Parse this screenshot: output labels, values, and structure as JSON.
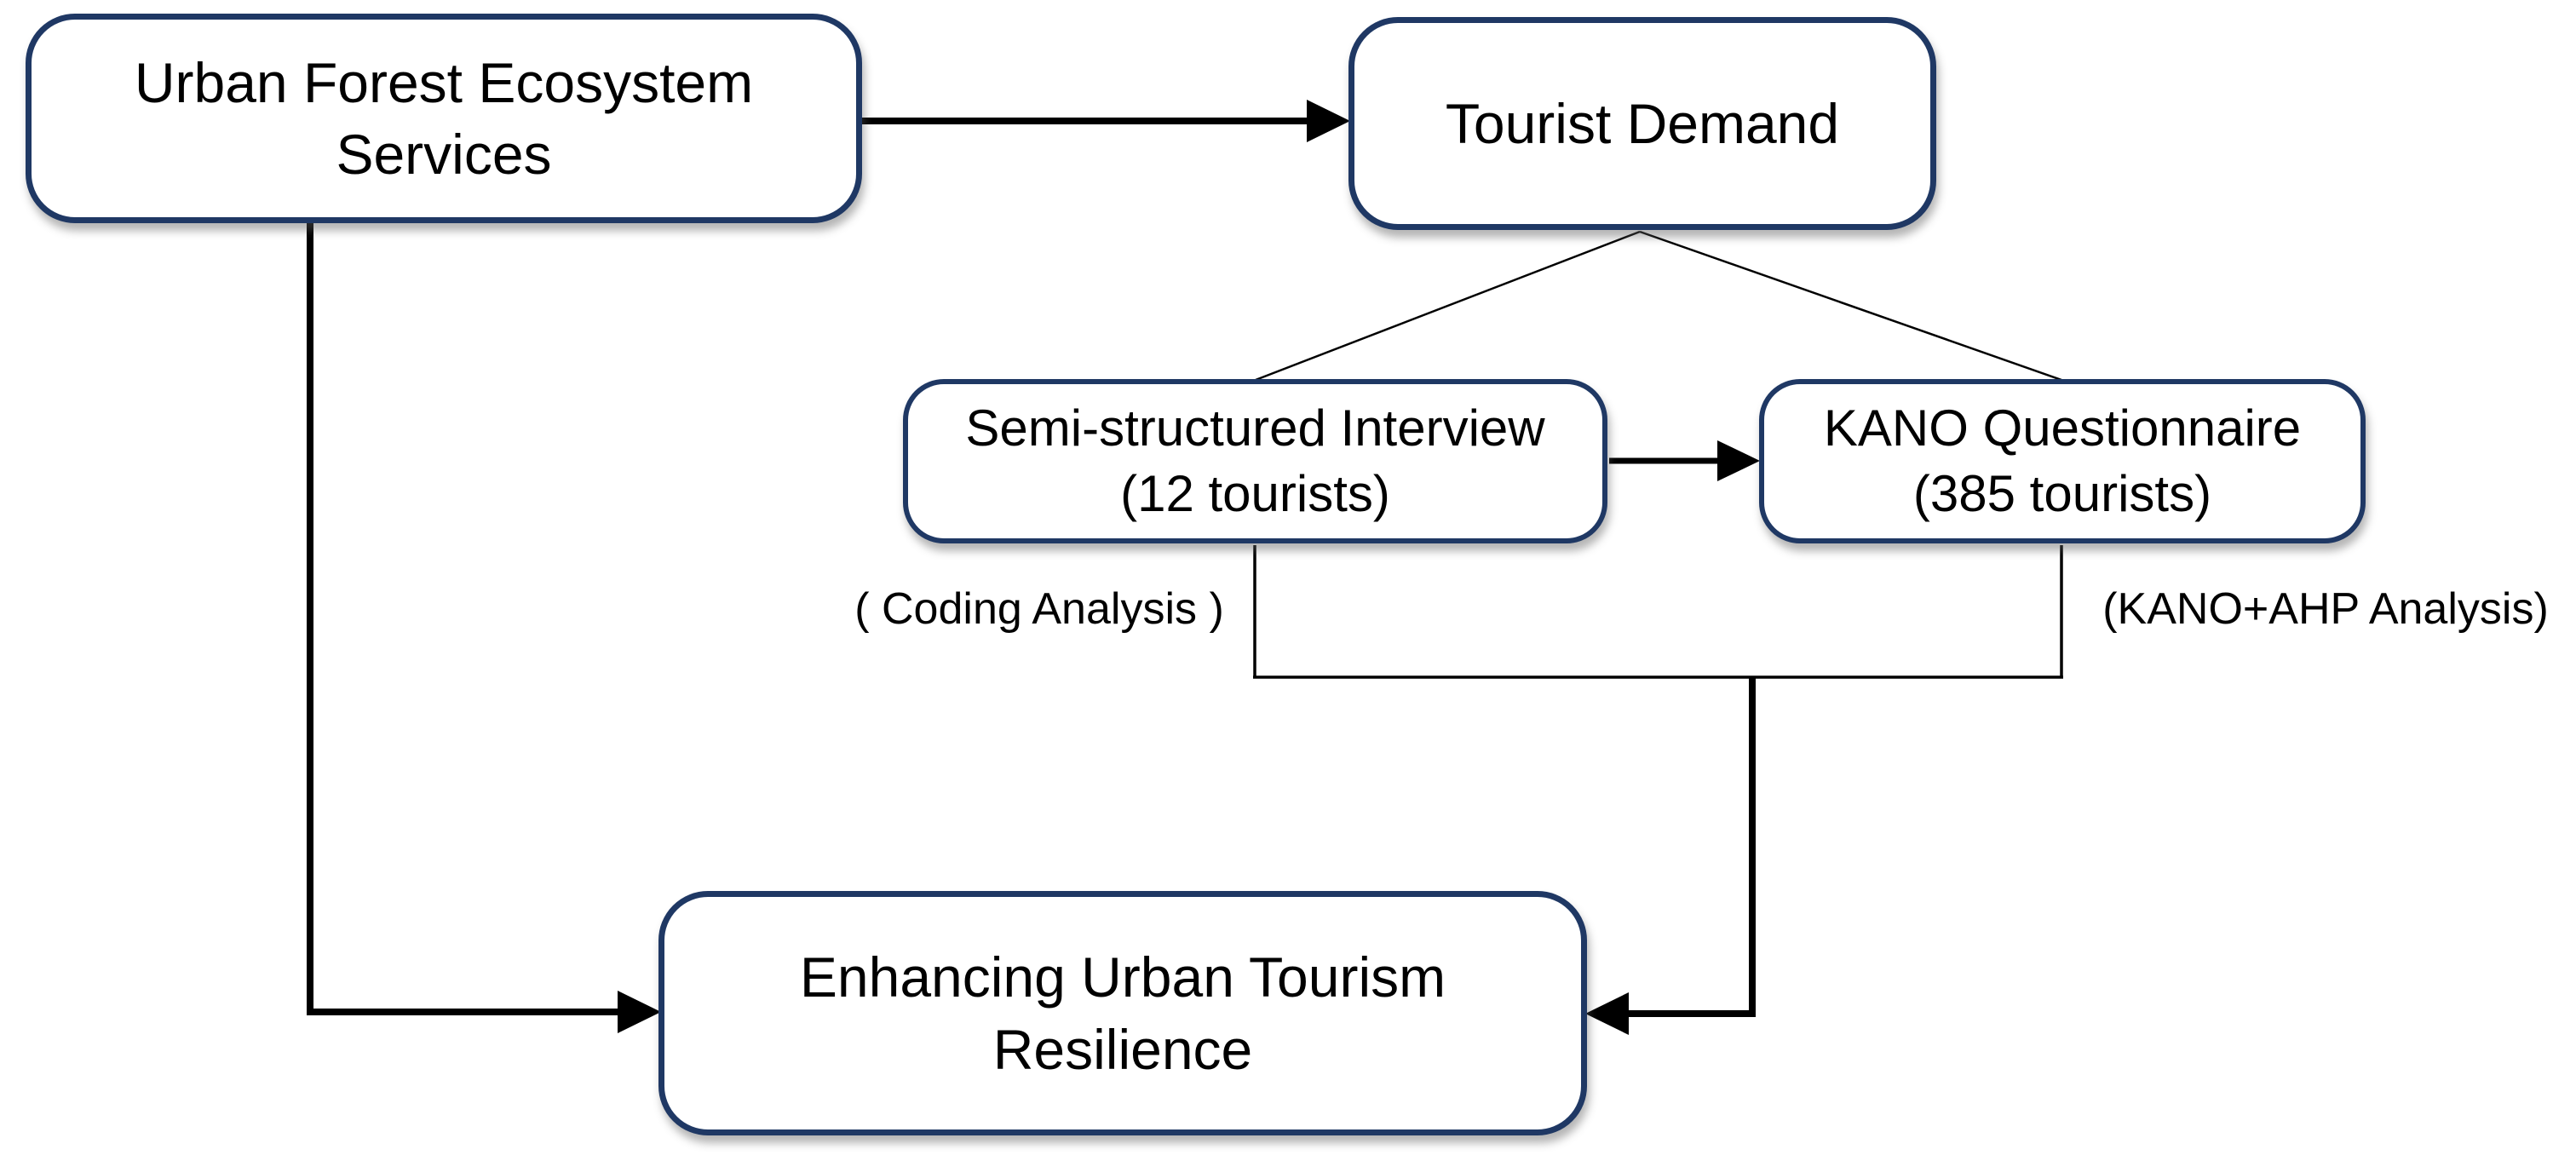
{
  "figure": {
    "background_color": "#ffffff",
    "node_border_color": "#1f3864",
    "connector_color": "#000000",
    "text_color": "#000000",
    "nodes": {
      "urban_forest": {
        "lines": [
          "Urban Forest Ecosystem",
          "Services"
        ]
      },
      "tourist_demand": {
        "lines": [
          "Tourist Demand"
        ]
      },
      "interview": {
        "lines": [
          "Semi-structured Interview",
          "(12 tourists)"
        ]
      },
      "kano": {
        "lines": [
          "KANO Questionnaire",
          "(385 tourists)"
        ]
      },
      "resilience": {
        "lines": [
          "Enhancing Urban Tourism",
          "Resilience"
        ]
      }
    },
    "annotations": {
      "coding": "( Coding Analysis )",
      "kano_ahp": "(KANO+AHP Analysis)"
    }
  }
}
